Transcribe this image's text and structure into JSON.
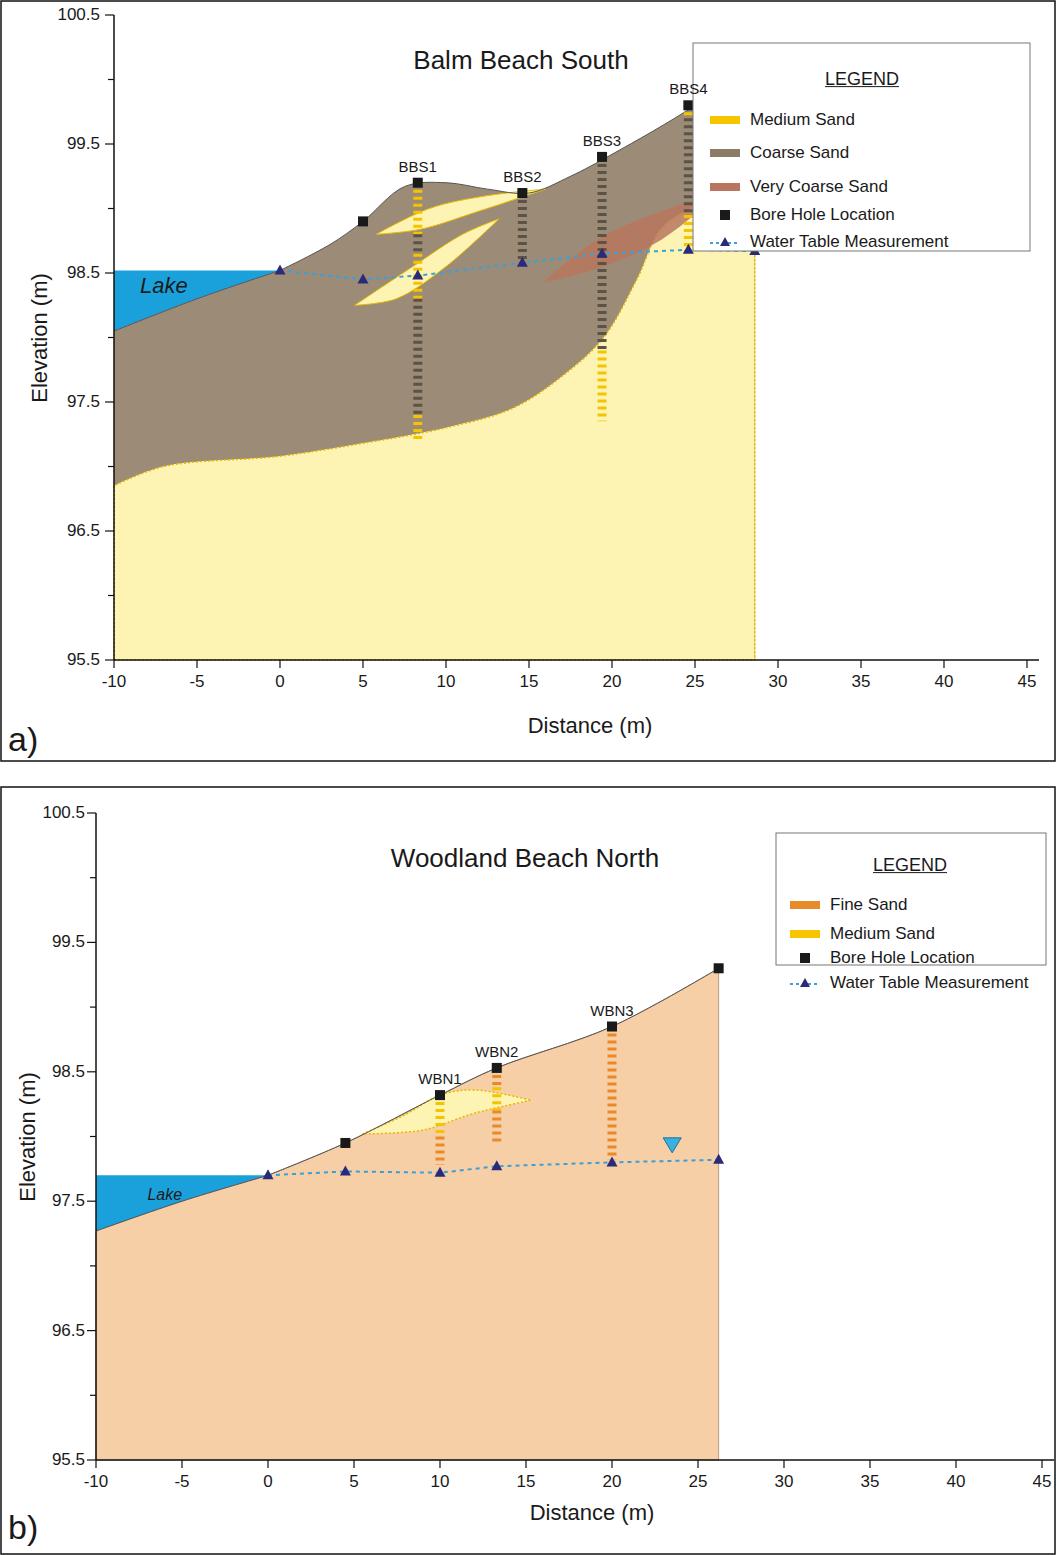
{
  "diagram": {
    "labels": [
      "Balm Beach South",
      "100.5",
      "99.5",
      "98.5",
      "97.5",
      "96.5",
      "95.5",
      "Elevation (m)",
      "-10",
      "-5",
      "0",
      "5",
      "10",
      "15",
      "20",
      "25",
      "30",
      "35",
      "40",
      "45",
      "Distance (m)",
      "BBS1",
      "BBS2",
      "BBS3",
      "BBS4",
      "Lake",
      "LEGEND",
      "a)",
      "Woodland Beach North",
      "100.5",
      "99.5",
      "98.5",
      "97.5",
      "96.5",
      "95.5",
      "Elevation (m)",
      "-10",
      "-5",
      "0",
      "5",
      "10",
      "15",
      "20",
      "25",
      "30",
      "35",
      "40",
      "45",
      "Distance (m)",
      "WBN1",
      "WBN2",
      "WBN3",
      "Lake",
      "LEGEND",
      "b)"
    ],
    "legend": [
      {
        "text": "Medium Sand",
        "color": "#f7c400"
      },
      {
        "text": "Coarse Sand",
        "color": "#8c7c66"
      },
      {
        "text": "Very Coarse Sand",
        "color": "#b8765e"
      },
      {
        "text": "Bore Hole Location"
      },
      {
        "text": "Water Table Measurement"
      },
      {
        "text": "Fine Sand",
        "color": "#e98a2a"
      },
      {
        "text": "Medium Sand",
        "color": "#f7c400"
      },
      {
        "text": "Bore Hole Location"
      },
      {
        "text": "Water Table Measurement"
      }
    ]
  }
}
